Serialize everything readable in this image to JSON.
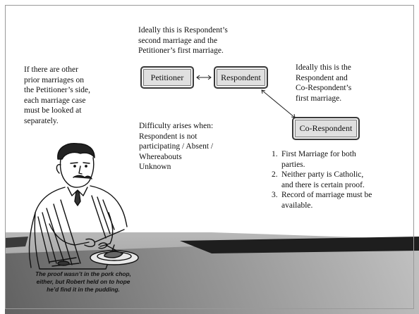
{
  "top_note": {
    "lines": [
      "Ideally this is Respondent’s",
      "second marriage and the",
      "Petitioner’s first marriage."
    ]
  },
  "left_note": {
    "lines": [
      "If there are other",
      "prior marriages on",
      "the Petitioner’s side,",
      "each marriage case",
      "must be looked at",
      "separately."
    ]
  },
  "right_note": {
    "lines": [
      "Ideally this is the",
      "Respondent and",
      "Co-Respondent’s",
      "first marriage."
    ]
  },
  "boxes": {
    "petitioner": "Petitioner",
    "respondent": "Respondent",
    "co_respondent": "Co-Respondent"
  },
  "difficulty": {
    "lines": [
      "Difficulty arises when:",
      "Respondent is not",
      "participating / Absent /",
      "Whereabouts",
      "Unknown"
    ]
  },
  "conditions": [
    {
      "num": "1.",
      "lines": [
        "First Marriage for both",
        "parties."
      ]
    },
    {
      "num": "2.",
      "lines": [
        "Neither party is Catholic,",
        "and there is certain proof."
      ]
    },
    {
      "num": "3.",
      "lines": [
        "Record of marriage must be",
        "available."
      ]
    }
  ],
  "cartoon": {
    "caption_lines": [
      "The proof wasn’t in the pork chop,",
      "either, but Robert held on to hope",
      "he’d find it in the pudding."
    ]
  }
}
